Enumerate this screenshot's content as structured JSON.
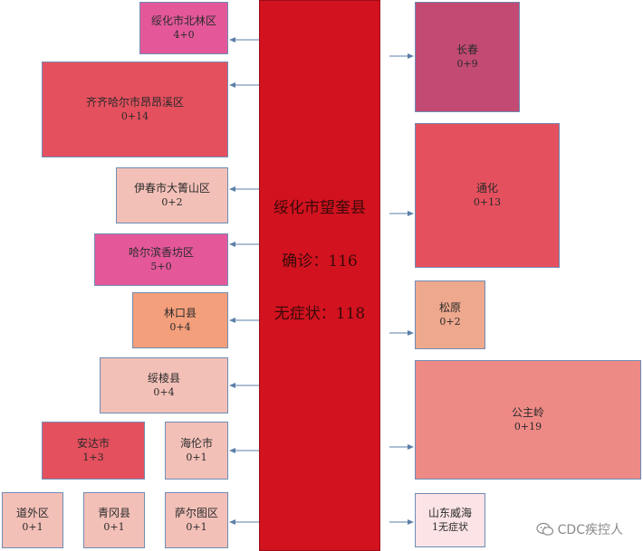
{
  "center": {
    "title": "绥化市望奎县",
    "confirmed": "确诊：116",
    "asymptomatic": "无症状：118",
    "color": "#d2121f"
  },
  "left": [
    {
      "name": "绥化市北林区",
      "value": "4+0",
      "color": "#e4589a"
    },
    {
      "name": "齐齐哈尔市昂昂溪区",
      "value": "0+14",
      "color": "#e5505e"
    },
    {
      "name": "伊春市大箐山区",
      "value": "0+2",
      "color": "#f3c0b8"
    },
    {
      "name": "哈尔滨香坊区",
      "value": "5+0",
      "color": "#e4589a"
    },
    {
      "name": "林口县",
      "value": "0+4",
      "color": "#f49f7b"
    },
    {
      "name": "绥棱县",
      "value": "0+4",
      "color": "#f3c0b8"
    },
    {
      "name": "安达市",
      "value": "1+3",
      "color": "#e5505e"
    },
    {
      "name": "海伦市",
      "value": "0+1",
      "color": "#f3c0b8"
    },
    {
      "name": "道外区",
      "value": "0+1",
      "color": "#f3c0b8"
    },
    {
      "name": "青冈县",
      "value": "0+1",
      "color": "#f3c0b8"
    },
    {
      "name": "萨尔图区",
      "value": "0+1",
      "color": "#f3c0b8"
    }
  ],
  "right": [
    {
      "name": "长春",
      "value": "0+9",
      "color": "#c34a72"
    },
    {
      "name": "通化",
      "value": "0+13",
      "color": "#e5505e"
    },
    {
      "name": "松原",
      "value": "0+2",
      "color": "#eea88d"
    },
    {
      "name": "公主岭",
      "value": "0+19",
      "color": "#ee8a86"
    },
    {
      "name": "山东威海",
      "value": "1无症状",
      "color": "#fbe3e6"
    }
  ],
  "watermark": {
    "text": "CDC疾控人",
    "icon": "wechat-icon"
  }
}
